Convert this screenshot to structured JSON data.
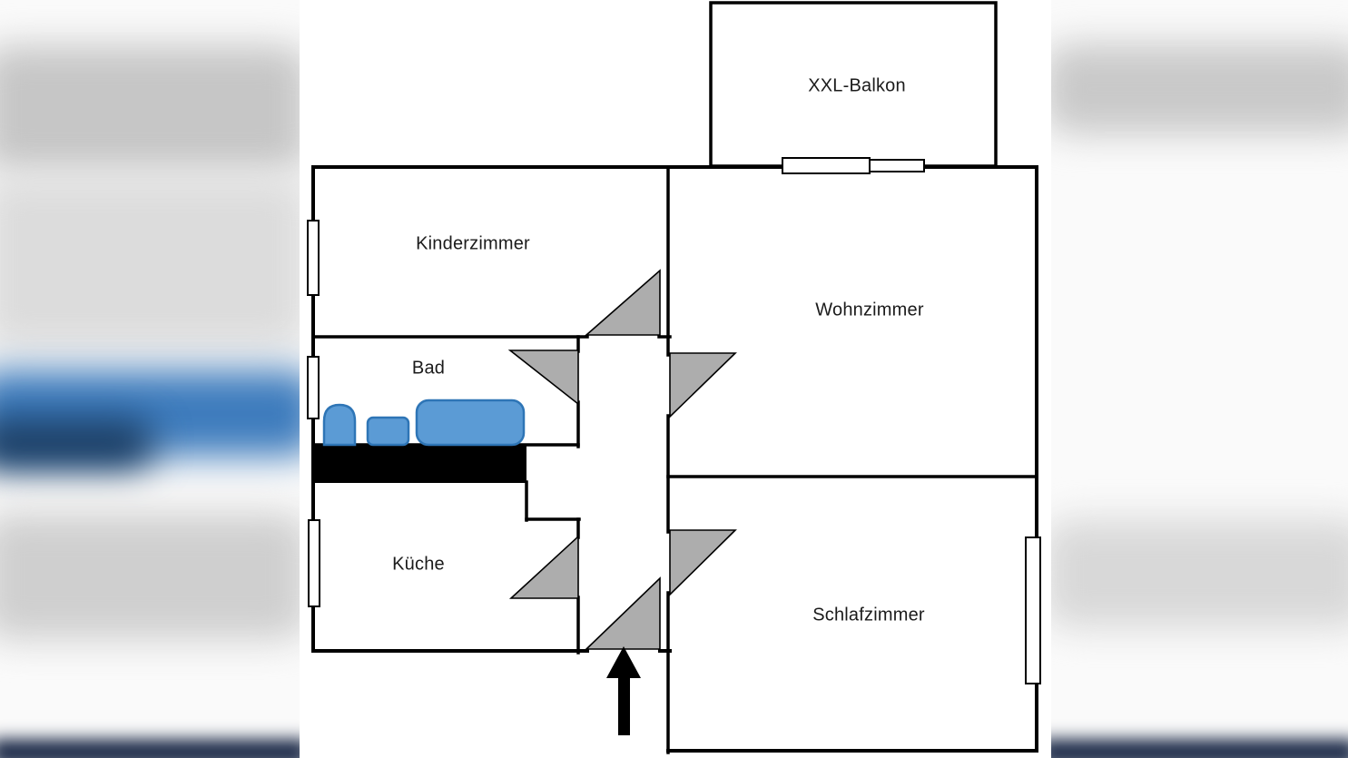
{
  "floorplan": {
    "rooms": {
      "balkon": "XXL-Balkon",
      "kinderzimmer": "Kinderzimmer",
      "wohnzimmer": "Wohnzimmer",
      "bad": "Bad",
      "kueche": "Küche",
      "schlafzimmer": "Schlafzimmer"
    },
    "bath_fixtures": [
      "toilet",
      "sink",
      "bathtub"
    ],
    "door_swings": [
      "kinderzimmer-door",
      "bad-door",
      "wohnzimmer-door",
      "schlafzimmer-door",
      "kueche-door",
      "entrance-door"
    ],
    "windows": [
      "kinderzimmer-window",
      "bad-window",
      "kueche-window",
      "schlafzimmer-window",
      "balcony-door-window"
    ],
    "entrance_marker": "up-arrow",
    "colors": {
      "wall": "#000000",
      "room_fill": "#ffffff",
      "door_swing_fill": "#adadad",
      "fixture_fill": "#5b9bd5",
      "fixture_stroke": "#2e75b6",
      "label_text": "#1b1b1b",
      "backdrop_blue": "#3e7cbd",
      "backdrop_navy": "#1d2b49"
    }
  }
}
